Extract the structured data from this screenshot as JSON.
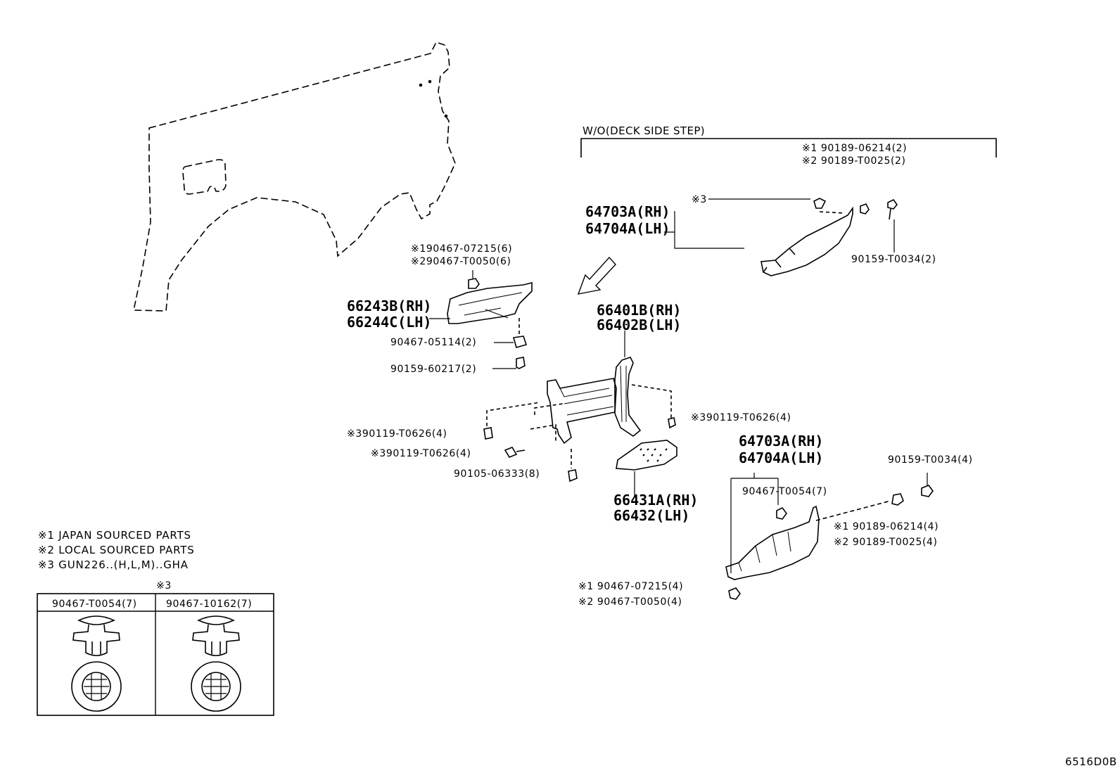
{
  "diagram_code": "6516D0B",
  "section": {
    "title": "W/O(DECK SIDE STEP)",
    "clip_1": "※1 90189-06214(2)",
    "clip_2": "※2 90189-T0025(2)",
    "marker_3": "※3",
    "step_upper_rh": "64703A(RH)",
    "step_upper_lh": "64704A(LH)",
    "bolt_upper": "90159-T0034(2)"
  },
  "bracket": {
    "clip_1": "※190467-07215(6)",
    "clip_2": "※290467-T0050(6)",
    "part_rh": "66243B(RH)",
    "part_lh": "66244C(LH)",
    "clip_b": "90467-05114(2)",
    "bolt_b": "90159-60217(2)"
  },
  "frame": {
    "part_rh": "66401B(RH)",
    "part_lh": "66402B(LH)",
    "bolt_right": "※390119-T0626(4)",
    "bolt_left_1": "※390119-T0626(4)",
    "bolt_left_2": "※390119-T0626(4)",
    "bolt_bottom": "90105-06333(8)"
  },
  "step_plate": {
    "part_rh": "66431A(RH)",
    "part_lh": "66432(LH)"
  },
  "lower_step": {
    "part_rh": "64703A(RH)",
    "part_lh": "64704A(LH)",
    "clip": "90467-T0054(7)",
    "bolt": "90159-T0034(4)",
    "clip_1": "※1 90189-06214(4)",
    "clip_2": "※2 90189-T0025(4)",
    "fastener_1": "※1 90467-07215(4)",
    "fastener_2": "※2 90467-T0050(4)"
  },
  "notes": [
    "※1 JAPAN SOURCED PARTS",
    "※2 LOCAL SOURCED PARTS",
    "※3 GUN226..(H,L,M)..GHA"
  ],
  "clip_table": {
    "marker": "※3",
    "col_1": "90467-T0054(7)",
    "col_2": "90467-10162(7)"
  }
}
